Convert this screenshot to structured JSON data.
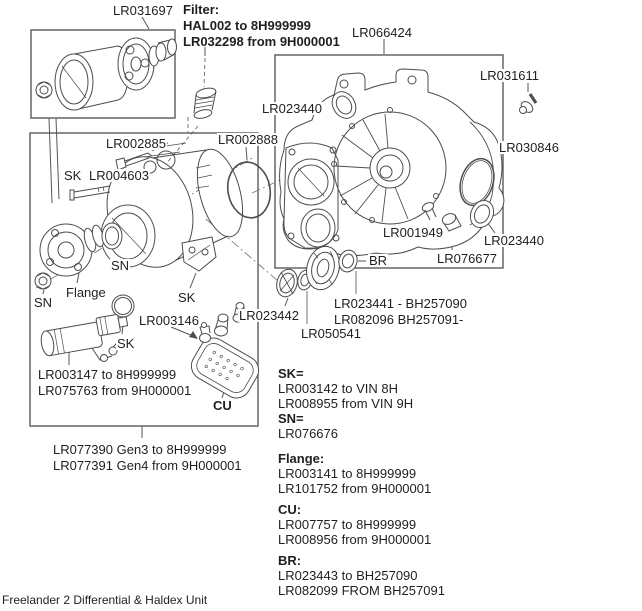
{
  "caption": "Freelander 2 Differential & Haldex Unit",
  "filter_note": {
    "heading": "Filter:",
    "line1": "HAL002 to 8H999999",
    "line2": "LR032298 from 9H000001"
  },
  "labels": {
    "lr031697": "LR031697",
    "lr066424": "LR066424",
    "lr023440_top": "LR023440",
    "lr031611": "LR031611",
    "lr030846": "LR030846",
    "lr002885": "LR002885",
    "lr002888": "LR002888",
    "sk1": "SK",
    "lr004603": "LR004603",
    "sn1": "SN",
    "flange": "Flange",
    "sn2": "SN",
    "sk2": "SK",
    "sk3": "SK",
    "lr003146": "LR003146",
    "lr023442": "LR023442",
    "lr050541": "LR050541",
    "br": "BR",
    "lr001949": "LR001949",
    "lr076677": "LR076677",
    "lr023440_bottom": "LR023440",
    "cu": "CU"
  },
  "notes": {
    "bearing": {
      "line1": "LR023441 - BH257090",
      "line2": "LR082096 BH257091-"
    },
    "pump": {
      "line1": "LR003147 to 8H999999",
      "line2": "LR075763 from 9H000001"
    },
    "generation": {
      "line1": "LR077390 Gen3 to 8H999999",
      "line2": "LR077391 Gen4 from 9H000001"
    }
  },
  "legend": {
    "sk_heading": "SK=",
    "sk_line1": "LR003142 to VIN 8H",
    "sk_line2": "LR008955 from VIN 9H",
    "sn_heading": "SN=",
    "sn_line1": "LR076676",
    "flange_heading": "Flange:",
    "flange_line1": "LR003141 to 8H999999",
    "flange_line2": "LR101752 from 9H000001",
    "cu_heading": "CU:",
    "cu_line1": "LR007757 to 8H999999",
    "cu_line2": "LR008956 from 9H000001",
    "br_heading": "BR:",
    "br_line1": "LR023443 to BH257090",
    "br_line2": "LR082099 FROM BH257091"
  },
  "colors": {
    "line": "#4d4d4d",
    "box": "#5a5a5a",
    "leader": "#8a8a8a",
    "text": "#1f1f1f"
  }
}
